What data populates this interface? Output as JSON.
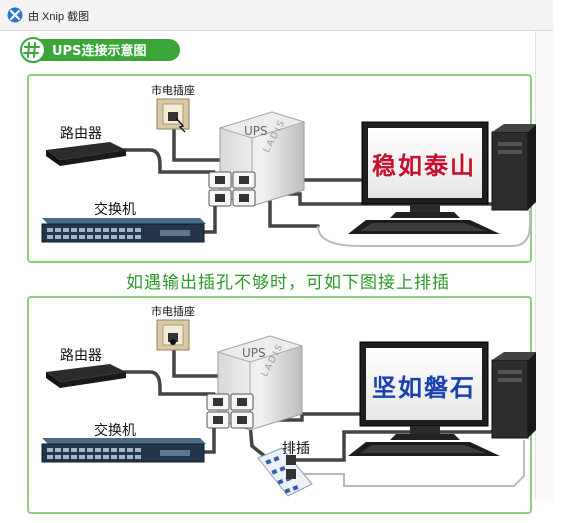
{
  "window": {
    "app_title": "由 Xnip 截图"
  },
  "header": {
    "badge_text": "UPS连接示意图"
  },
  "caption": "如遇输出插孔不够时，可如下图接上排插",
  "diagram1": {
    "outlet_label": "市电插座",
    "router_label": "路由器",
    "switch_label": "交换机",
    "ups_label": "UPS",
    "ups_brand": "LADIS",
    "monitor_text": "稳如泰山"
  },
  "diagram2": {
    "outlet_label": "市电插座",
    "router_label": "路由器",
    "switch_label": "交换机",
    "ups_label": "UPS",
    "ups_brand": "LADIS",
    "power_strip_label": "排插",
    "monitor_text": "坚如磐石"
  },
  "colors": {
    "accent_green": "#2a9a2a",
    "panel_border": "#8bcf7f",
    "monitor_text_red": "#c8102e",
    "monitor_text_blue": "#1a3fb0"
  }
}
